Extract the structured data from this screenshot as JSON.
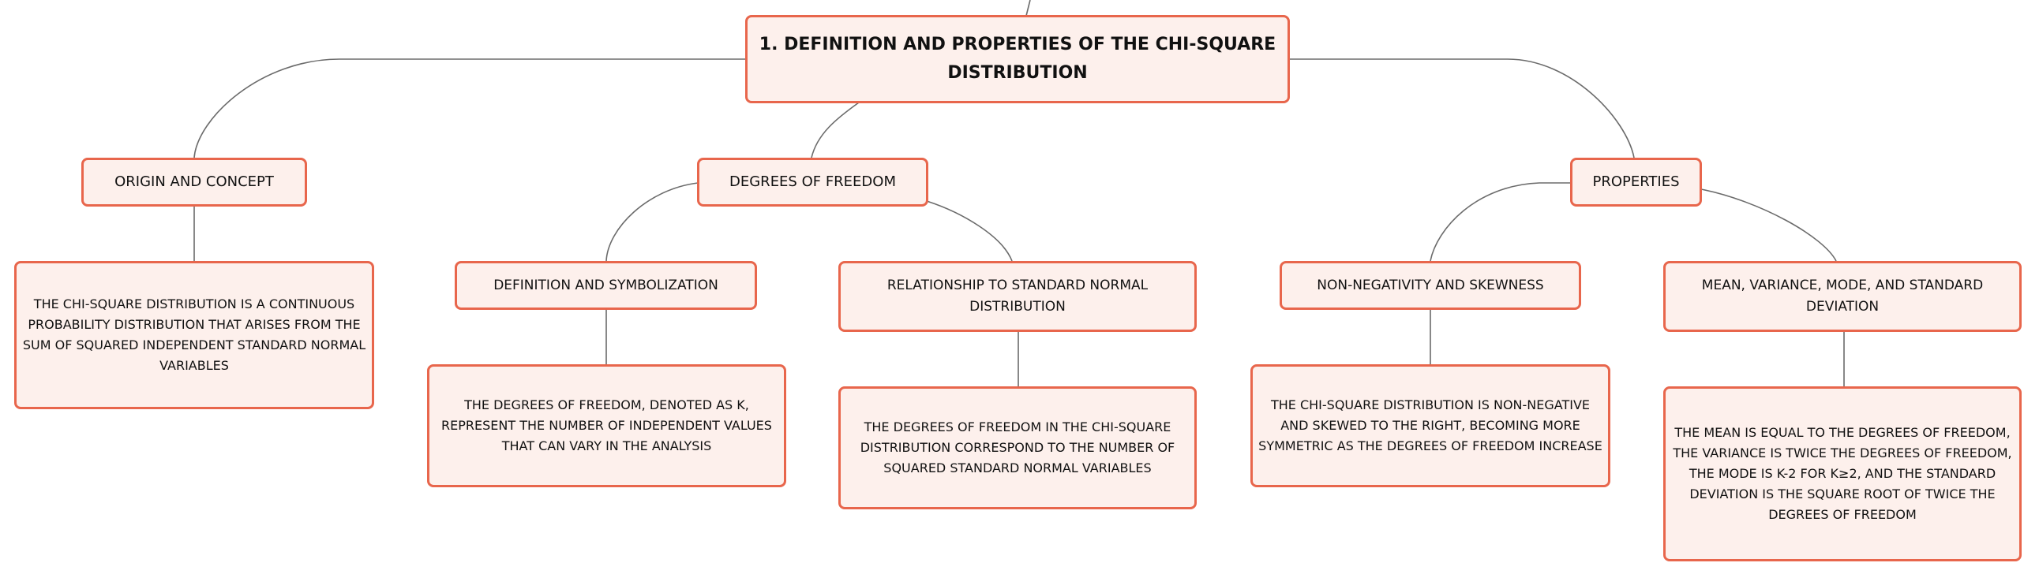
{
  "mindmap": {
    "root": "1. DEFINITION AND PROPERTIES OF THE CHI-SQUARE DISTRIBUTION",
    "origin": {
      "label": "ORIGIN AND CONCEPT",
      "detail": "THE CHI-SQUARE DISTRIBUTION IS A CONTINUOUS PROBABILITY DISTRIBUTION THAT ARISES FROM THE SUM OF SQUARED INDEPENDENT STANDARD NORMAL VARIABLES"
    },
    "dof": {
      "label": "DEGREES OF FREEDOM",
      "definition": {
        "label": "DEFINITION AND SYMBOLIZATION",
        "detail": "THE DEGREES OF FREEDOM, DENOTED AS K, REPRESENT THE NUMBER OF INDEPENDENT VALUES THAT CAN VARY IN THE ANALYSIS"
      },
      "relationship": {
        "label": "RELATIONSHIP TO STANDARD NORMAL DISTRIBUTION",
        "detail": "THE DEGREES OF FREEDOM IN THE CHI-SQUARE DISTRIBUTION CORRESPOND TO THE NUMBER OF SQUARED STANDARD NORMAL VARIABLES"
      }
    },
    "properties": {
      "label": "PROPERTIES",
      "nonneg": {
        "label": "NON-NEGATIVITY AND SKEWNESS",
        "detail": "THE CHI-SQUARE DISTRIBUTION IS NON-NEGATIVE AND SKEWED TO THE RIGHT, BECOMING MORE SYMMETRIC AS THE DEGREES OF FREEDOM INCREASE"
      },
      "moments": {
        "label": "MEAN, VARIANCE, MODE, AND STANDARD DEVIATION",
        "detail": "THE MEAN IS EQUAL TO THE DEGREES OF FREEDOM, THE VARIANCE IS TWICE THE DEGREES OF FREEDOM, THE MODE IS K-2 FOR K≥2, AND THE STANDARD DEVIATION IS THE SQUARE ROOT OF TWICE THE DEGREES OF FREEDOM"
      }
    }
  },
  "colors": {
    "node_fill": "#fdf0ec",
    "node_border": "#e8664c",
    "connector": "#6b6b6b",
    "text": "#111111"
  }
}
